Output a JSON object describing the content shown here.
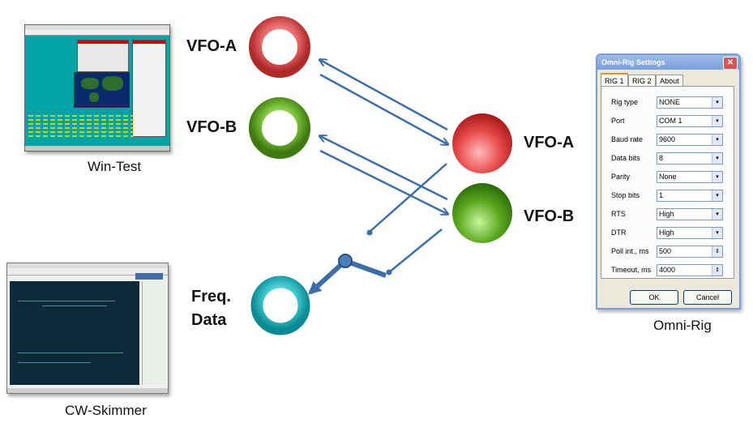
{
  "diagram": {
    "left_nodes": [
      {
        "label": "VFO-A",
        "color": "#e05a5a"
      },
      {
        "label": "VFO-B",
        "color": "#5a9a1e"
      }
    ],
    "right_nodes": [
      {
        "label": "VFO-A",
        "color": "#e03a3a"
      },
      {
        "label": "VFO-B",
        "color": "#3e8e10"
      }
    ],
    "freq_node": {
      "label_line1": "Freq.",
      "label_line2": "Data",
      "color": "#20b8c0"
    },
    "arrow_color": "#3c6eaa"
  },
  "captions": {
    "wintest": "Win-Test",
    "skimmer": "CW-Skimmer",
    "omnirig": "Omni-Rig"
  },
  "omnirig": {
    "title": "Omni-Rig Settings",
    "close_glyph": "✕",
    "tabs": [
      "RIG 1",
      "RIG 2",
      "About"
    ],
    "dropdown_glyph": "▾",
    "spin_glyph": "⇕",
    "fields": [
      {
        "label": "Rig type",
        "value": "NONE"
      },
      {
        "label": "Port",
        "value": "COM 1"
      },
      {
        "label": "Baud rate",
        "value": "9600"
      },
      {
        "label": "Data bits",
        "value": "8"
      },
      {
        "label": "Parity",
        "value": "None"
      },
      {
        "label": "Stop bits",
        "value": "1"
      },
      {
        "label": "RTS",
        "value": "High"
      },
      {
        "label": "DTR",
        "value": "High"
      },
      {
        "label": "Poll int., ms",
        "value": "500"
      },
      {
        "label": "Timeout, ms",
        "value": "4000"
      }
    ],
    "ok_label": "OK",
    "cancel_label": "Cancel"
  }
}
